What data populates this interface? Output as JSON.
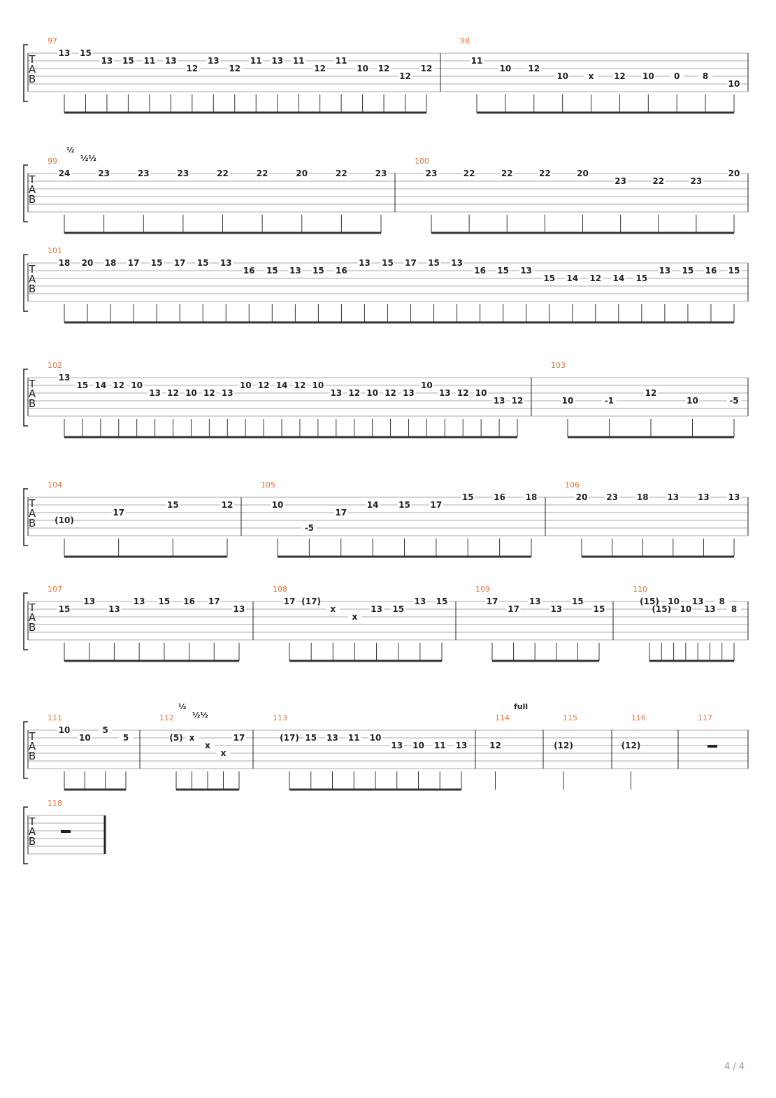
{
  "page": {
    "number_label": "4 / 4"
  },
  "tab_clef": [
    "T",
    "A",
    "B"
  ],
  "systems": [
    {
      "measures": [
        {
          "number": "97",
          "notes": [
            {
              "fret": "13",
              "string": 1
            },
            {
              "fret": "15",
              "string": 1
            },
            {
              "fret": "13",
              "string": 2
            },
            {
              "fret": "15",
              "string": 2
            },
            {
              "fret": "11",
              "string": 2
            },
            {
              "fret": "13",
              "string": 2
            },
            {
              "fret": "12",
              "string": 3
            },
            {
              "fret": "13",
              "string": 2
            },
            {
              "fret": "12",
              "string": 3
            },
            {
              "fret": "11",
              "string": 2
            },
            {
              "fret": "13",
              "string": 2
            },
            {
              "fret": "11",
              "string": 2
            },
            {
              "fret": "12",
              "string": 3
            },
            {
              "fret": "11",
              "string": 2
            },
            {
              "fret": "10",
              "string": 3
            },
            {
              "fret": "12",
              "string": 3
            },
            {
              "fret": "12",
              "string": 4
            },
            {
              "fret": "12",
              "string": 3
            }
          ]
        },
        {
          "number": "98",
          "notes": [
            {
              "fret": "11",
              "string": 2
            },
            {
              "fret": "10",
              "string": 3
            },
            {
              "fret": "12",
              "string": 3
            },
            {
              "fret": "10",
              "string": 4
            },
            {
              "fret": "x",
              "string": 4
            },
            {
              "fret": "12",
              "string": 4
            },
            {
              "fret": "10",
              "string": 4
            },
            {
              "fret": "0",
              "string": 4
            },
            {
              "fret": "8",
              "string": 4
            },
            {
              "fret": "10",
              "string": 5
            }
          ]
        }
      ]
    },
    {
      "measures": [
        {
          "number": "99",
          "annotations": [
            "½",
            "½½"
          ],
          "notes": [
            {
              "fret": "24",
              "string": 1
            },
            {
              "fret": "23",
              "string": 1
            },
            {
              "fret": "23",
              "string": 1
            },
            {
              "fret": "23",
              "string": 1
            },
            {
              "fret": "22",
              "string": 1
            },
            {
              "fret": "22",
              "string": 1
            },
            {
              "fret": "20",
              "string": 1
            },
            {
              "fret": "22",
              "string": 1
            },
            {
              "fret": "23",
              "string": 1
            }
          ]
        },
        {
          "number": "100",
          "notes": [
            {
              "fret": "23",
              "string": 1
            },
            {
              "fret": "22",
              "string": 1
            },
            {
              "fret": "22",
              "string": 1
            },
            {
              "fret": "22",
              "string": 1
            },
            {
              "fret": "20",
              "string": 1
            },
            {
              "fret": "23",
              "string": 2
            },
            {
              "fret": "22",
              "string": 2
            },
            {
              "fret": "23",
              "string": 2
            },
            {
              "fret": "20",
              "string": 1
            }
          ]
        }
      ]
    },
    {
      "measures": [
        {
          "number": "101",
          "notes": [
            {
              "fret": "18",
              "string": 1
            },
            {
              "fret": "20",
              "string": 1
            },
            {
              "fret": "18",
              "string": 1
            },
            {
              "fret": "17",
              "string": 1
            },
            {
              "fret": "15",
              "string": 1
            },
            {
              "fret": "17",
              "string": 1
            },
            {
              "fret": "15",
              "string": 1
            },
            {
              "fret": "13",
              "string": 1
            },
            {
              "fret": "16",
              "string": 2
            },
            {
              "fret": "15",
              "string": 2
            },
            {
              "fret": "13",
              "string": 2
            },
            {
              "fret": "15",
              "string": 2
            },
            {
              "fret": "16",
              "string": 2
            },
            {
              "fret": "13",
              "string": 1
            },
            {
              "fret": "15",
              "string": 1
            },
            {
              "fret": "17",
              "string": 1
            },
            {
              "fret": "15",
              "string": 1
            },
            {
              "fret": "13",
              "string": 1
            },
            {
              "fret": "16",
              "string": 2
            },
            {
              "fret": "15",
              "string": 2
            },
            {
              "fret": "13",
              "string": 2
            },
            {
              "fret": "15",
              "string": 3
            },
            {
              "fret": "14",
              "string": 3
            },
            {
              "fret": "12",
              "string": 3
            },
            {
              "fret": "14",
              "string": 3
            },
            {
              "fret": "15",
              "string": 3
            },
            {
              "fret": "13",
              "string": 2
            },
            {
              "fret": "15",
              "string": 2
            },
            {
              "fret": "16",
              "string": 2
            },
            {
              "fret": "15",
              "string": 2
            }
          ]
        }
      ]
    },
    {
      "measures": [
        {
          "number": "102",
          "notes": [
            {
              "fret": "13",
              "string": 1
            },
            {
              "fret": "15",
              "string": 2
            },
            {
              "fret": "14",
              "string": 2
            },
            {
              "fret": "12",
              "string": 2
            },
            {
              "fret": "10",
              "string": 2
            },
            {
              "fret": "13",
              "string": 3
            },
            {
              "fret": "12",
              "string": 3
            },
            {
              "fret": "10",
              "string": 3
            },
            {
              "fret": "12",
              "string": 3
            },
            {
              "fret": "13",
              "string": 3
            },
            {
              "fret": "10",
              "string": 2
            },
            {
              "fret": "12",
              "string": 2
            },
            {
              "fret": "14",
              "string": 2
            },
            {
              "fret": "12",
              "string": 2
            },
            {
              "fret": "10",
              "string": 2
            },
            {
              "fret": "13",
              "string": 3
            },
            {
              "fret": "12",
              "string": 3
            },
            {
              "fret": "10",
              "string": 3
            },
            {
              "fret": "12",
              "string": 3
            },
            {
              "fret": "13",
              "string": 3
            },
            {
              "fret": "10",
              "string": 2
            },
            {
              "fret": "13",
              "string": 3
            },
            {
              "fret": "12",
              "string": 3
            },
            {
              "fret": "10",
              "string": 3
            },
            {
              "fret": "13",
              "string": 4
            },
            {
              "fret": "12",
              "string": 4
            }
          ]
        },
        {
          "number": "103",
          "notes": [
            {
              "fret": "10",
              "string": 4
            },
            {
              "fret": "-1",
              "string": 4
            },
            {
              "fret": "12",
              "string": 3
            },
            {
              "fret": "10",
              "string": 4
            },
            {
              "fret": "-5",
              "string": 4
            }
          ]
        }
      ]
    },
    {
      "measures": [
        {
          "number": "104",
          "notes": [
            {
              "fret": "(10)",
              "string": 4
            },
            {
              "fret": "17",
              "string": 3
            },
            {
              "fret": "15",
              "string": 2
            },
            {
              "fret": "12",
              "string": 2
            }
          ]
        },
        {
          "number": "105",
          "notes": [
            {
              "fret": "10",
              "string": 2
            },
            {
              "fret": "-5",
              "string": 5
            },
            {
              "fret": "17",
              "string": 3
            },
            {
              "fret": "14",
              "string": 2
            },
            {
              "fret": "15",
              "string": 2
            },
            {
              "fret": "17",
              "string": 2
            },
            {
              "fret": "15",
              "string": 1
            },
            {
              "fret": "16",
              "string": 1
            },
            {
              "fret": "18",
              "string": 1
            }
          ]
        },
        {
          "number": "106",
          "notes": [
            {
              "fret": "20",
              "string": 1
            },
            {
              "fret": "23",
              "string": 1
            },
            {
              "fret": "18",
              "string": 1
            },
            {
              "fret": "13",
              "string": 1
            },
            {
              "fret": "13",
              "string": 1
            },
            {
              "fret": "13",
              "string": 1
            }
          ]
        }
      ]
    },
    {
      "measures": [
        {
          "number": "107",
          "notes": [
            {
              "fret": "15",
              "string": 2
            },
            {
              "fret": "13",
              "string": 1
            },
            {
              "fret": "13",
              "string": 2
            },
            {
              "fret": "13",
              "string": 1
            },
            {
              "fret": "15",
              "string": 1
            },
            {
              "fret": "16",
              "string": 1
            },
            {
              "fret": "17",
              "string": 1
            },
            {
              "fret": "13",
              "string": 2
            }
          ]
        },
        {
          "number": "108",
          "notes": [
            {
              "fret": "17",
              "string": 1
            },
            {
              "fret": "(17)",
              "string": 1
            },
            {
              "fret": "x",
              "string": 2
            },
            {
              "fret": "x",
              "string": 3
            },
            {
              "fret": "13",
              "string": 2
            },
            {
              "fret": "15",
              "string": 2
            },
            {
              "fret": "13",
              "string": 1
            },
            {
              "fret": "15",
              "string": 1
            }
          ]
        },
        {
          "number": "109",
          "notes": [
            {
              "fret": "17",
              "string": 1
            },
            {
              "fret": "17",
              "string": 2
            },
            {
              "fret": "13",
              "string": 1
            },
            {
              "fret": "13",
              "string": 2
            },
            {
              "fret": "15",
              "string": 1
            },
            {
              "fret": "15",
              "string": 2
            }
          ]
        },
        {
          "number": "110",
          "notes": [
            {
              "fret": "(15)",
              "string": 1
            },
            {
              "fret": "(15)",
              "string": 2
            },
            {
              "fret": "10",
              "string": 1
            },
            {
              "fret": "10",
              "string": 2
            },
            {
              "fret": "13",
              "string": 1
            },
            {
              "fret": "13",
              "string": 2
            },
            {
              "fret": "8",
              "string": 1
            },
            {
              "fret": "8",
              "string": 2
            }
          ]
        }
      ]
    },
    {
      "measures": [
        {
          "number": "111",
          "notes": [
            {
              "fret": "10",
              "string": 1
            },
            {
              "fret": "10",
              "string": 2
            },
            {
              "fret": "5",
              "string": 1
            },
            {
              "fret": "5",
              "string": 2
            }
          ]
        },
        {
          "number": "112",
          "annotations": [
            "½",
            "½½"
          ],
          "notes": [
            {
              "fret": "(5)",
              "string": 2
            },
            {
              "fret": "x",
              "string": 2
            },
            {
              "fret": "x",
              "string": 3
            },
            {
              "fret": "x",
              "string": 4
            },
            {
              "fret": "17",
              "string": 2
            }
          ]
        },
        {
          "number": "113",
          "notes": [
            {
              "fret": "(17)",
              "string": 2
            },
            {
              "fret": "15",
              "string": 2
            },
            {
              "fret": "13",
              "string": 2
            },
            {
              "fret": "11",
              "string": 2
            },
            {
              "fret": "10",
              "string": 2
            },
            {
              "fret": "13",
              "string": 3
            },
            {
              "fret": "10",
              "string": 3
            },
            {
              "fret": "11",
              "string": 3
            },
            {
              "fret": "13",
              "string": 3
            }
          ]
        },
        {
          "number": "114",
          "annotations": [
            "full"
          ],
          "notes": [
            {
              "fret": "12",
              "string": 3
            }
          ]
        },
        {
          "number": "115",
          "notes": [
            {
              "fret": "(12)",
              "string": 3
            }
          ]
        },
        {
          "number": "116",
          "notes": [
            {
              "fret": "(12)",
              "string": 3
            }
          ]
        },
        {
          "number": "117",
          "notes": []
        }
      ]
    },
    {
      "measures": [
        {
          "number": "118",
          "notes": []
        }
      ]
    }
  ]
}
